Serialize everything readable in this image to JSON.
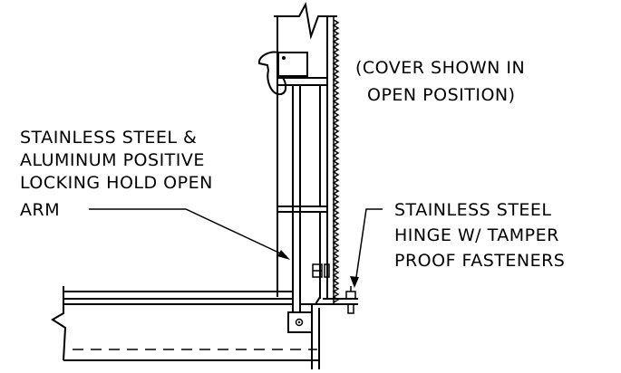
{
  "labels": {
    "cover_note": [
      "(COVER SHOWN IN",
      "OPEN POSITION)"
    ],
    "arm_label": [
      "STAINLESS STEEL &",
      "ALUMINUM POSITIVE",
      "LOCKING HOLD OPEN",
      "ARM"
    ],
    "hinge_label": [
      "STAINLESS STEEL",
      "HINGE W/ TAMPER",
      "PROOF FASTENERS"
    ]
  }
}
